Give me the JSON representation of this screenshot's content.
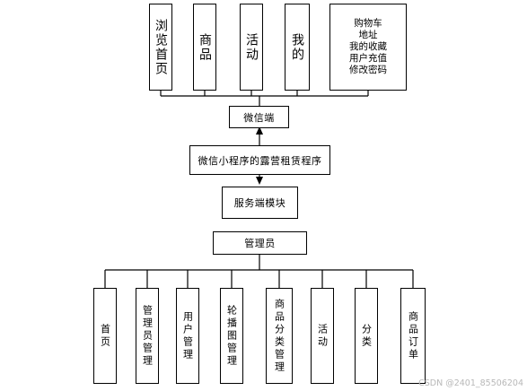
{
  "diagram": {
    "top_nodes": [
      "浏览首页",
      "商品",
      "活动",
      "我的"
    ],
    "my_features": [
      "购物车",
      "地址",
      "我的收藏",
      "用户充值",
      "修改密码"
    ],
    "wechat_node": "微信端",
    "app_node": "微信小程序的露营租赁程序",
    "server_node": "服务端模块",
    "admin_node": "管理员",
    "bottom_nodes": [
      "首页",
      "管理员管理",
      "用户管理",
      "轮播图管理",
      "商品分类管理",
      "活动",
      "分类",
      "商品订单"
    ]
  },
  "watermark": "CSDN @2401_85506204"
}
